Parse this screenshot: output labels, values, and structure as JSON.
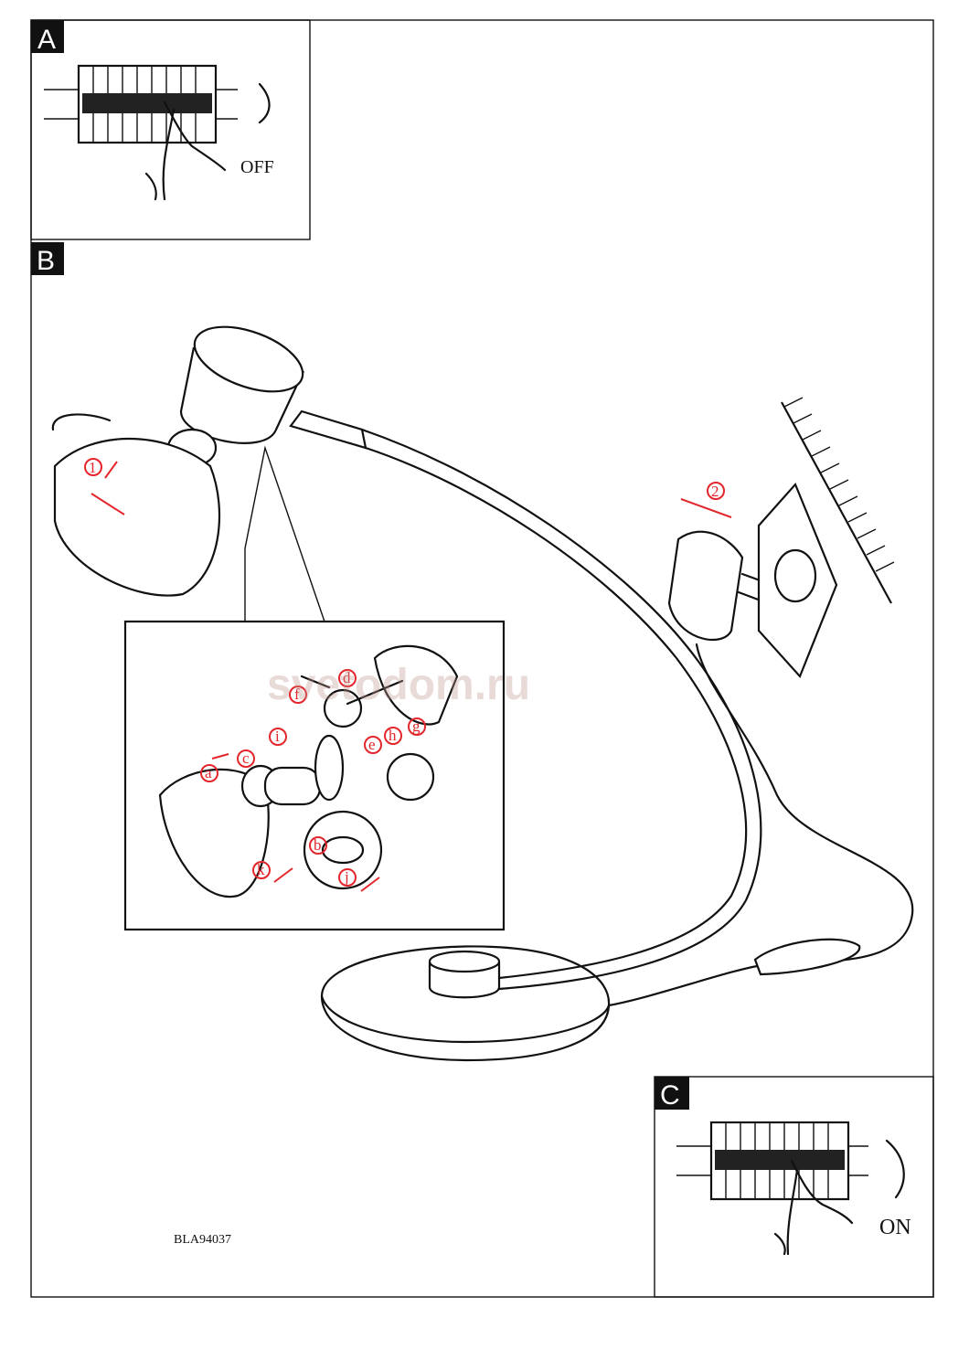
{
  "panels": {
    "a": {
      "tag": "A",
      "state_label": "OFF"
    },
    "b": {
      "tag": "B"
    },
    "c": {
      "tag": "C",
      "state_label": "ON"
    }
  },
  "steps": {
    "one": "1",
    "two": "2"
  },
  "parts": [
    "a",
    "b",
    "c",
    "d",
    "e",
    "f",
    "g",
    "h",
    "i",
    "j",
    "k"
  ],
  "model_code": "BLA94037",
  "watermark": "svetodom.ru",
  "colors": {
    "annotation": "#e3262b",
    "line": "#111111"
  }
}
